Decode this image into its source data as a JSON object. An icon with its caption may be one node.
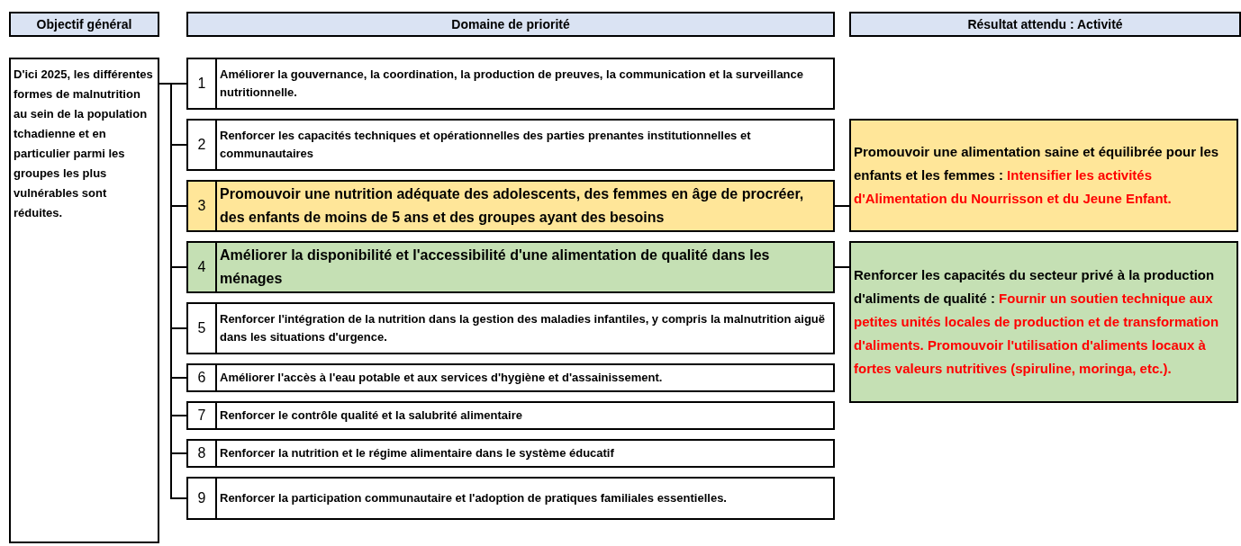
{
  "diagram": {
    "nodes": [
      {
        "text": [
          "Objectif général"
        ]
      },
      {
        "text": [
          "Domaine de priorité"
        ]
      },
      {
        "text": [
          "Résultat attendu : Activité"
        ]
      },
      {
        "text": [
          "D'ici 2025, les différentes formes de malnutrition au sein de la population tchadienne et en particulier parmi les groupes les plus vulnérables sont réduites."
        ]
      },
      {
        "text": [
          "1",
          "Améliorer la gouvernance, la coordination, la production de preuves, la communication et la surveillance nutritionnelle."
        ]
      },
      {
        "text": [
          "2",
          "Renforcer les capacités techniques et opérationnelles des parties prenantes institutionnelles et communautaires"
        ]
      },
      {
        "text": [
          "3",
          "Promouvoir une nutrition adéquate des adolescents, des femmes en âge de procréer, des enfants de moins de 5 ans et des groupes ayant des besoins"
        ]
      },
      {
        "text": [
          "4",
          "Améliorer la disponibilité et l'accessibilité d'une alimentation de qualité dans les ménages"
        ]
      },
      {
        "text": [
          "5",
          "Renforcer l'intégration de la nutrition dans la gestion des maladies infantiles, y compris la malnutrition aiguë dans les situations d'urgence."
        ]
      },
      {
        "text": [
          "6",
          "Améliorer l'accès à l'eau potable et aux services d'hygiène et d'assainissement."
        ]
      },
      {
        "text": [
          "7",
          "Renforcer le contrôle qualité et la salubrité alimentaire"
        ]
      },
      {
        "text": [
          "8",
          "Renforcer la nutrition et le régime alimentaire dans le système éducatif"
        ]
      },
      {
        "text": [
          "9",
          "Renforcer la participation communautaire et l'adoption de pratiques familiales essentielles."
        ]
      },
      {
        "text": [
          "Promouvoir une alimentation saine et équilibrée pour les enfants et les femmes :",
          "Intensifier les activités d'Alimentation du Nourrisson et du Jeune Enfant."
        ]
      },
      {
        "text": [
          "Renforcer les capacités du secteur privé à la production d'aliments de qualité :",
          "Fournir un soutien technique aux petites unités locales de production et de transformation d'aliments. Promouvoir l'utilisation d'aliments locaux à fortes valeurs nutritives (spiruline, moringa, etc.)."
        ]
      }
    ],
    "edges": [
      {
        "from": 3,
        "to": 4,
        "arrow": "none"
      },
      {
        "from": 3,
        "to": 5,
        "arrow": "none"
      },
      {
        "from": 3,
        "to": 6,
        "arrow": "none"
      },
      {
        "from": 3,
        "to": 7,
        "arrow": "none"
      },
      {
        "from": 3,
        "to": 8,
        "arrow": "none"
      },
      {
        "from": 3,
        "to": 9,
        "arrow": "none"
      },
      {
        "from": 3,
        "to": 10,
        "arrow": "none"
      },
      {
        "from": 3,
        "to": 11,
        "arrow": "none"
      },
      {
        "from": 3,
        "to": 12,
        "arrow": "none"
      },
      {
        "from": 6,
        "to": 13,
        "arrow": "none"
      },
      {
        "from": 7,
        "to": 14,
        "arrow": "none"
      }
    ]
  }
}
